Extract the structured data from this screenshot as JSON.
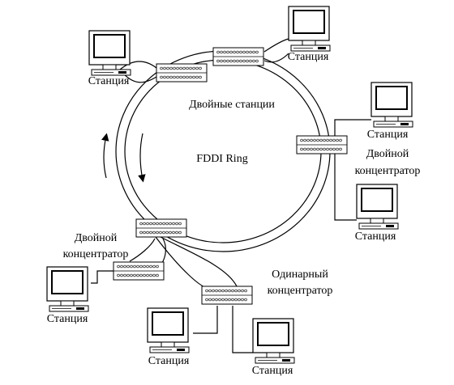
{
  "diagram": {
    "ring_label": "FDDI Ring",
    "dual_stations_label": "Двойные станции",
    "dual_concentrator_right_line1": "Двойной",
    "dual_concentrator_right_line2": "концентратор",
    "dual_concentrator_left_line1": "Двойной",
    "dual_concentrator_left_line2": "концентратор",
    "single_concentrator_line1": "Одинарный",
    "single_concentrator_line2": "концентратор",
    "stations": [
      {
        "id": "station-top-left",
        "label": "Станция"
      },
      {
        "id": "station-top-right",
        "label": "Станция"
      },
      {
        "id": "station-right-upper",
        "label": "Станция"
      },
      {
        "id": "station-right-lower",
        "label": "Станция"
      },
      {
        "id": "station-left",
        "label": "Станция"
      },
      {
        "id": "station-bottom-left",
        "label": "Станция"
      },
      {
        "id": "station-bottom-right",
        "label": "Станция"
      }
    ]
  }
}
